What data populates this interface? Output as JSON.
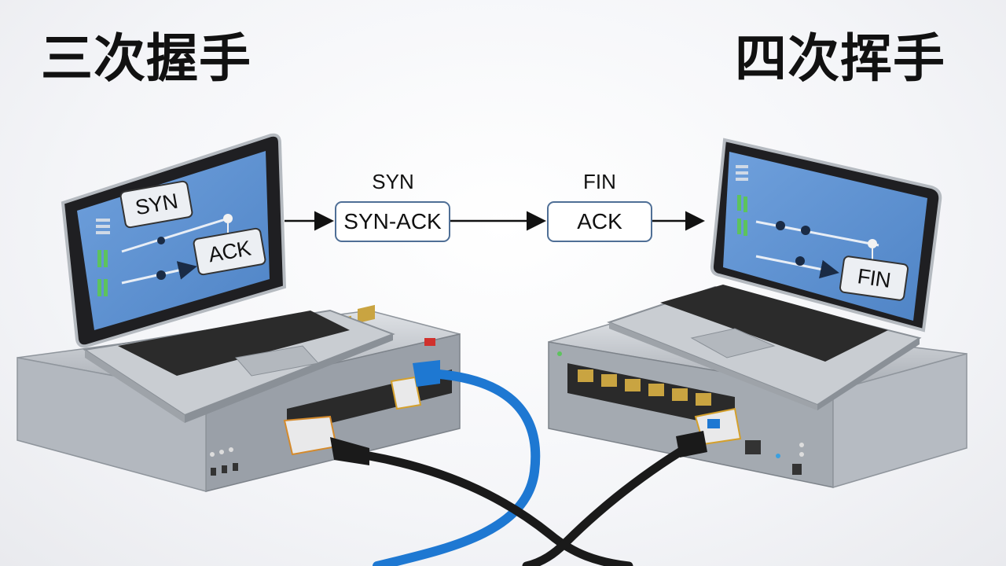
{
  "titles": {
    "left": "三次握手",
    "right": "四次挥手"
  },
  "flow": {
    "top_label_1": "SYN",
    "box_1": "SYN-ACK",
    "top_label_2": "FIN",
    "box_2": "ACK"
  },
  "left_screen": {
    "label_1": "SYN",
    "label_2": "ACK"
  },
  "right_screen": {
    "label_1": "FIN"
  },
  "colors": {
    "screen_blue": "#5b8fd0",
    "cable_blue": "#1e78d2",
    "cable_black": "#1a1a1a",
    "box_border": "#4f6f96",
    "status_green": "#5dc35d"
  }
}
